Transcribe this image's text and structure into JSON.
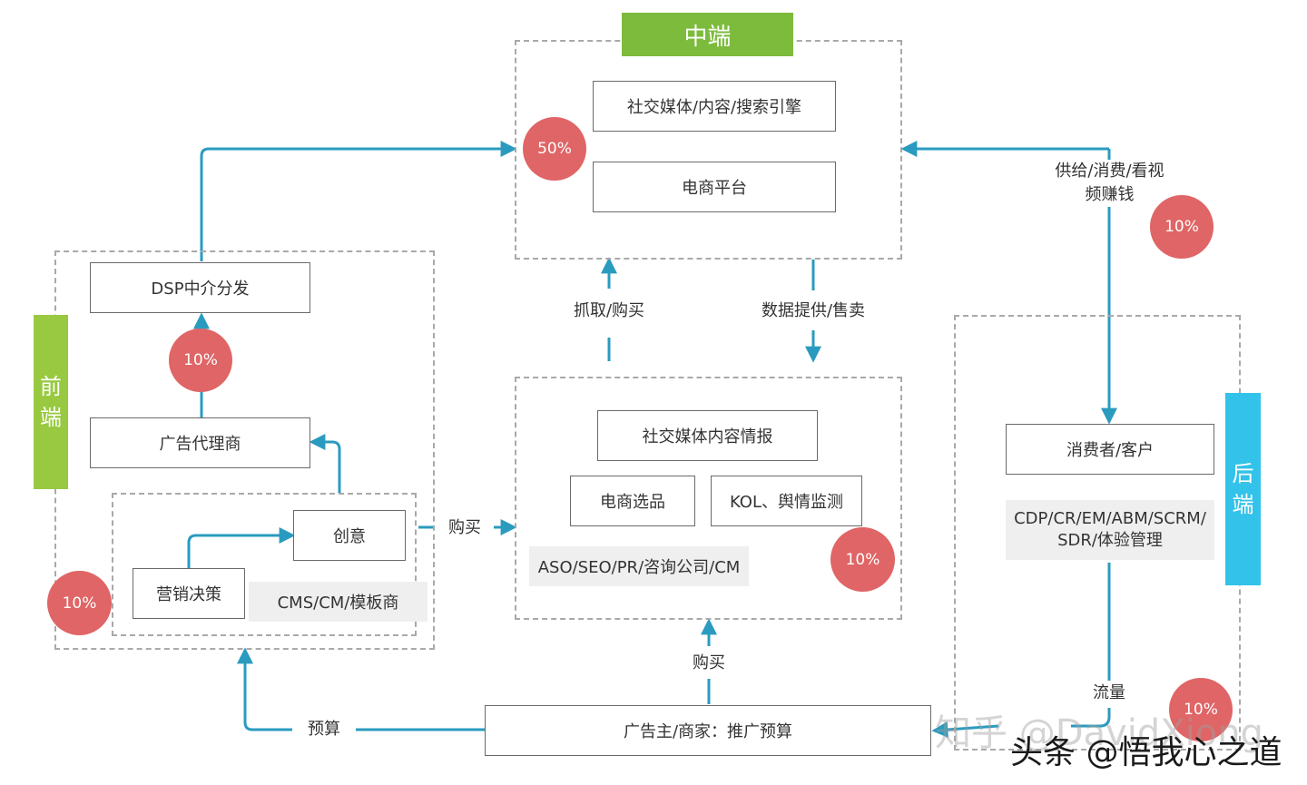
{
  "bands": {
    "middle": "中端",
    "front": "前端",
    "back": "后端"
  },
  "middle": {
    "box1": "社交媒体/内容/搜索引擎",
    "box2": "电商平台",
    "pct": "50%"
  },
  "front": {
    "dsp": "DSP中介分发",
    "dsp_pct": "10%",
    "agency": "广告代理商",
    "creative": "创意",
    "marketing": "营销决策",
    "cms": "CMS/CM/模板商",
    "pct": "10%"
  },
  "center": {
    "intel": "社交媒体内容情报",
    "selection": "电商选品",
    "kol": "KOL、舆情监测",
    "aso": "ASO/SEO/PR/咨询公司/CM",
    "pct": "10%"
  },
  "back": {
    "consumer": "消费者/客户",
    "cdp_line1": "CDP/CR/EM/ABM/SCRM/",
    "cdp_line2": "SDR/体验管理",
    "supply_line1": "供给/消费/看视",
    "supply_line2": "频赚钱",
    "supply_pct": "10%",
    "bottom_pct": "10%"
  },
  "advertiser": "广告主/商家：推广预算",
  "labels": {
    "grab_buy": "抓取/购买",
    "data_sell": "数据提供/售卖",
    "buy_left": "购买",
    "buy_bottom": "购买",
    "budget": "预算",
    "traffic": "流量"
  },
  "watermarks": {
    "zhihu": "知乎 @DavidXiong",
    "toutiao": "头条 @悟我心之道"
  },
  "colors": {
    "middle_band": "#7dbb3c",
    "front_band": "#98c940",
    "back_band": "#33c2ea",
    "arrow": "#2a9bbf",
    "pct_circle": "#e06566"
  }
}
